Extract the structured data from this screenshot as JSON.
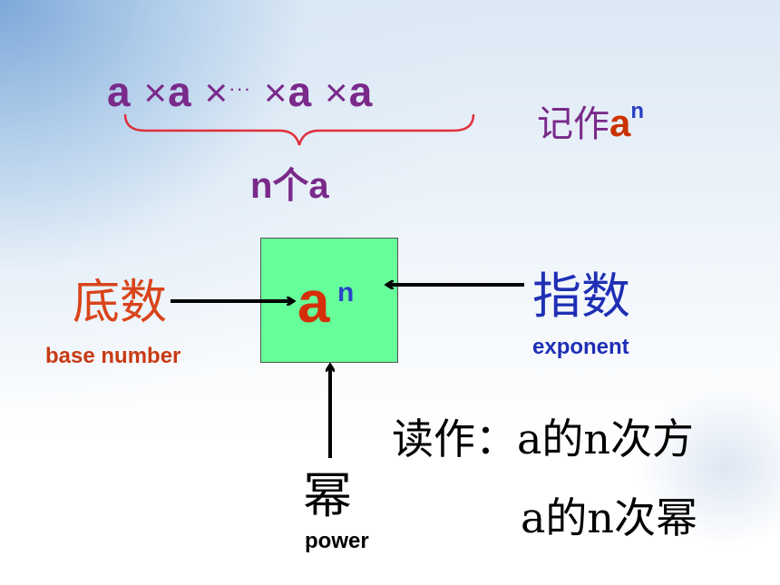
{
  "expansion": {
    "factor": "a",
    "times": "×",
    "ellipsis": "···",
    "notation_label": "记作",
    "notation_base": "a",
    "notation_exp": "n",
    "count_label": "n个a"
  },
  "power_box": {
    "base": "a",
    "exponent": "n"
  },
  "labels": {
    "base_zh": "底数",
    "base_en": "base number",
    "exponent_zh": "指数",
    "exponent_en": "exponent",
    "power_zh": "幂",
    "power_en": "power"
  },
  "reading": {
    "line1": "读作：a的n次方",
    "line2": "a的n次幂"
  },
  "colors": {
    "purple": "#7a2a8a",
    "base_red": "#d42f0a",
    "exponent_blue": "#1f2fb5",
    "box_green": "#66ff99",
    "brace_red": "#e0303a"
  }
}
